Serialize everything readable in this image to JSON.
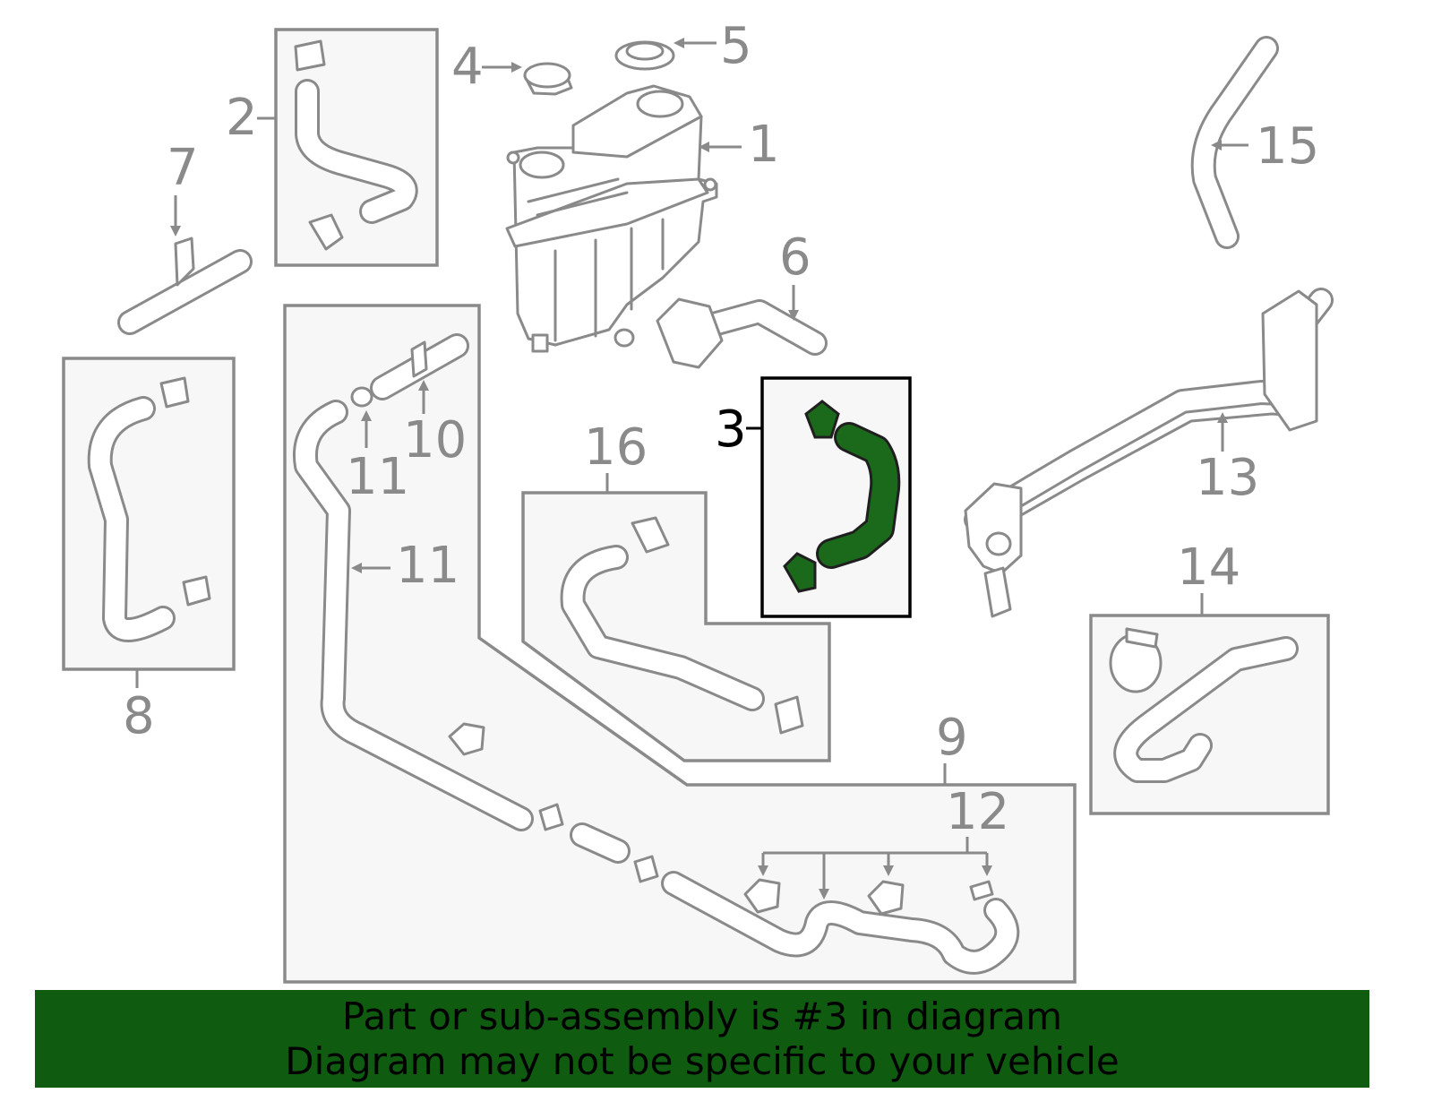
{
  "callouts": {
    "c1": "1",
    "c2": "2",
    "c3": "3",
    "c4": "4",
    "c5": "5",
    "c6": "6",
    "c7": "7",
    "c8": "8",
    "c9": "9",
    "c10": "10",
    "c11a": "11",
    "c11b": "11",
    "c12": "12",
    "c13": "13",
    "c14": "14",
    "c15": "15",
    "c16": "16"
  },
  "highlight": {
    "part": "3",
    "color": "#1b6a1b"
  },
  "banner": {
    "line1": "Part or sub-assembly is #3 in diagram",
    "line2": "Diagram may not be specific to your vehicle",
    "background": "#0f5c10"
  }
}
